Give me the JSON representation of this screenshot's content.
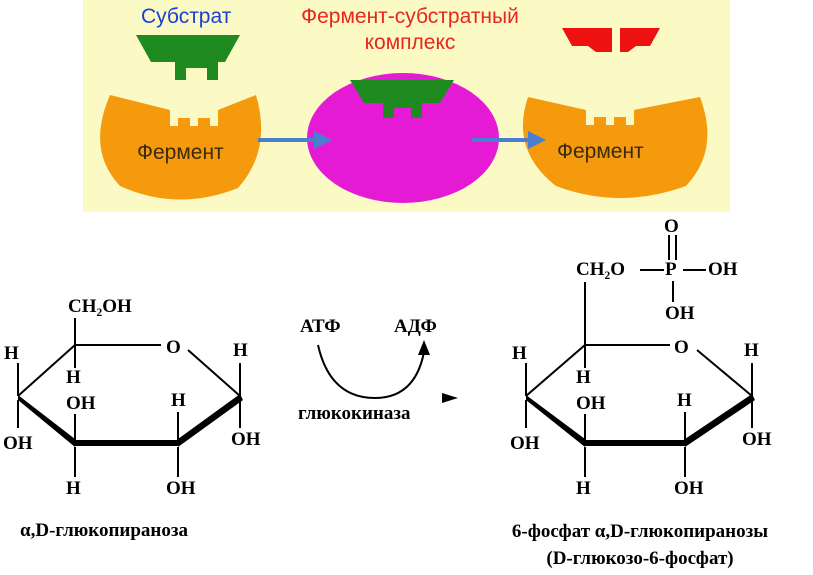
{
  "scheme": {
    "substrate_label": "Субстрат",
    "complex_label_line1": "Фермент-субстратный",
    "complex_label_line2": "комплекс",
    "enzyme_label_left": "Фермент",
    "enzyme_label_right": "Фермент",
    "colors": {
      "background": "#fbf9c4",
      "enzyme": "#f59a0c",
      "complex": "#e51ad4",
      "substrate": "#1f8a1f",
      "product": "#ee1111",
      "arrow": "#4a7fd0",
      "substrate_text": "#1a3fd6",
      "complex_text": "#e8261f"
    }
  },
  "reaction": {
    "reactant": {
      "ch2oh": "CH₂OH",
      "ring_o": "O",
      "atoms": {
        "h_left": "H",
        "h_top_inner": "H",
        "oh_left": "OH",
        "oh_inner": "OH",
        "h_inner_right": "H",
        "h_bottom": "H",
        "oh_bottom": "OH",
        "h_right": "H",
        "oh_right": "OH"
      },
      "caption": "α,D-глюкопираноза"
    },
    "cofactor_in": "АТФ",
    "cofactor_out": "АДФ",
    "enzyme_name": "глюкокиназа",
    "product": {
      "ch2o": "CH₂O",
      "phosphorus": "P",
      "o_top": "O",
      "oh_right": "OH",
      "oh_bottom": "OH",
      "ring_o": "O",
      "atoms": {
        "h_left": "H",
        "h_top_inner": "H",
        "oh_left": "OH",
        "oh_inner": "OH",
        "h_inner_right": "H",
        "h_bottom": "H",
        "oh_bottom": "OH",
        "h_right": "H",
        "oh_right": "OH"
      },
      "caption_line1": "6-фосфат α,D-глюкопиранозы",
      "caption_line2": "(D-глюкозо-6-фосфат)"
    }
  }
}
